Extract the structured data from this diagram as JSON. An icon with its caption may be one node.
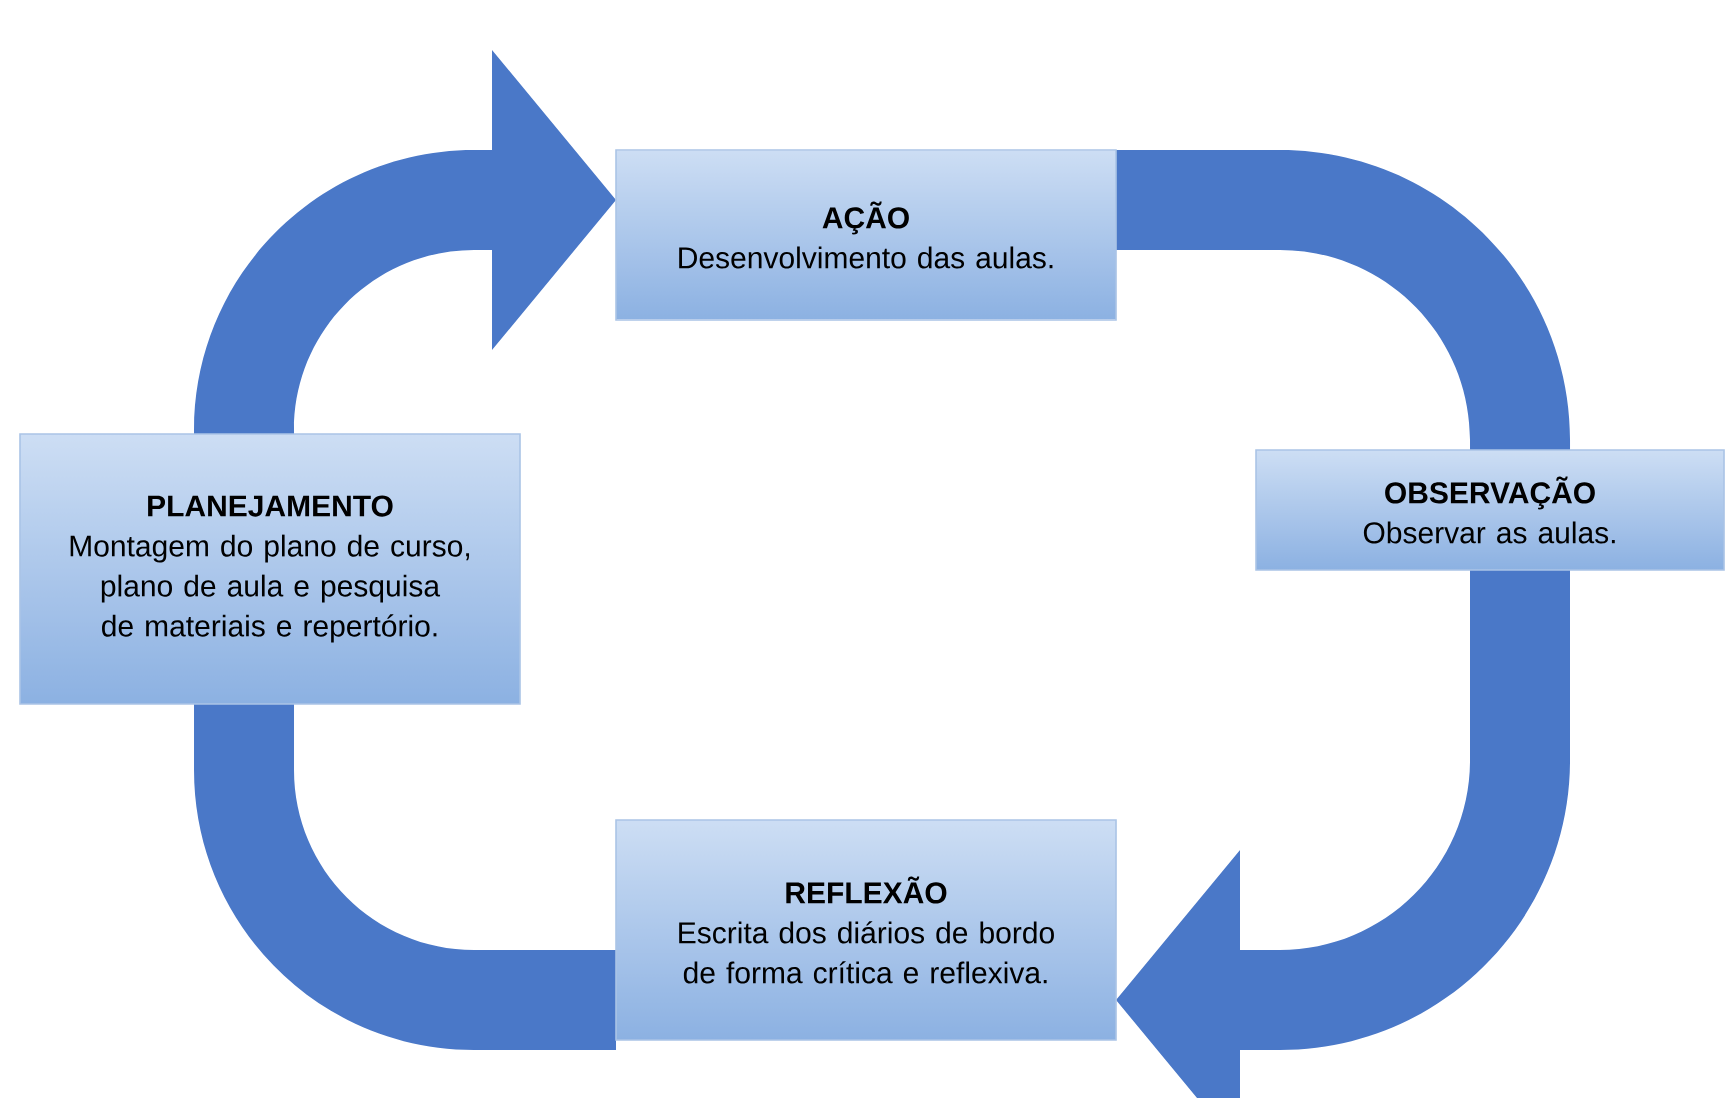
{
  "diagram": {
    "nodes": [
      {
        "text": [
          "AÇÃO",
          "Desenvolvimento das aulas."
        ]
      },
      {
        "text": [
          "PLANEJAMENTO",
          "Montagem do plano de curso, plano de aula e pesquisa de materiais e repertório."
        ]
      },
      {
        "text": [
          "OBSERVAÇÃO",
          "Observar as aulas."
        ]
      },
      {
        "text": [
          "REFLEXÃO",
          "Escrita dos diários de bordo de forma crítica e reflexiva."
        ]
      }
    ],
    "edges": [
      {
        "from": 1,
        "to": 0,
        "arrow": "to"
      },
      {
        "from": 0,
        "to": 2,
        "arrow": "none"
      },
      {
        "from": 2,
        "to": 3,
        "arrow": "to"
      },
      {
        "from": 3,
        "to": 1,
        "arrow": "none"
      }
    ]
  }
}
